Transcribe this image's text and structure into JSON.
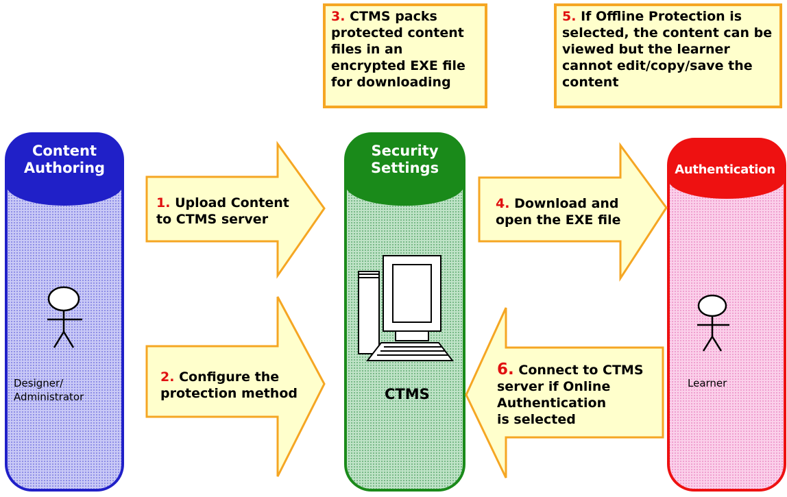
{
  "colors": {
    "lane_blue": "#2020c8",
    "lane_green": "#1a8a1a",
    "lane_red": "#ee1111",
    "arrow_fill": "#ffffcc",
    "arrow_stroke": "#f5a623",
    "step_number": "#e01010"
  },
  "notes": {
    "step3": {
      "num": "3.",
      "text": "CTMS packs protected content files in an encrypted EXE file for downloading"
    },
    "step5": {
      "num": "5.",
      "text": "If Offline Protection is selected, the content can be viewed but the learner cannot edit/copy/save the content"
    }
  },
  "lanes": {
    "authoring": {
      "title_line1": "Content",
      "title_line2": "Authoring",
      "role_line1": "Designer/",
      "role_line2": "Administrator"
    },
    "security": {
      "title_line1": "Security",
      "title_line2": "Settings",
      "label": "CTMS"
    },
    "auth": {
      "title": "Authentication",
      "role": "Learner"
    }
  },
  "arrows": {
    "step1": {
      "num": "1.",
      "line1": "Upload Content",
      "line2": "to CTMS server"
    },
    "step2": {
      "num": "2.",
      "line1": "Configure the",
      "line2": "protection method"
    },
    "step4": {
      "num": "4.",
      "line1": "Download and",
      "line2": "open the EXE file"
    },
    "step6": {
      "num": "6.",
      "line1": "Connect to CTMS",
      "line2": "server if Online",
      "line3": "Authentication",
      "line4": "is selected"
    }
  }
}
